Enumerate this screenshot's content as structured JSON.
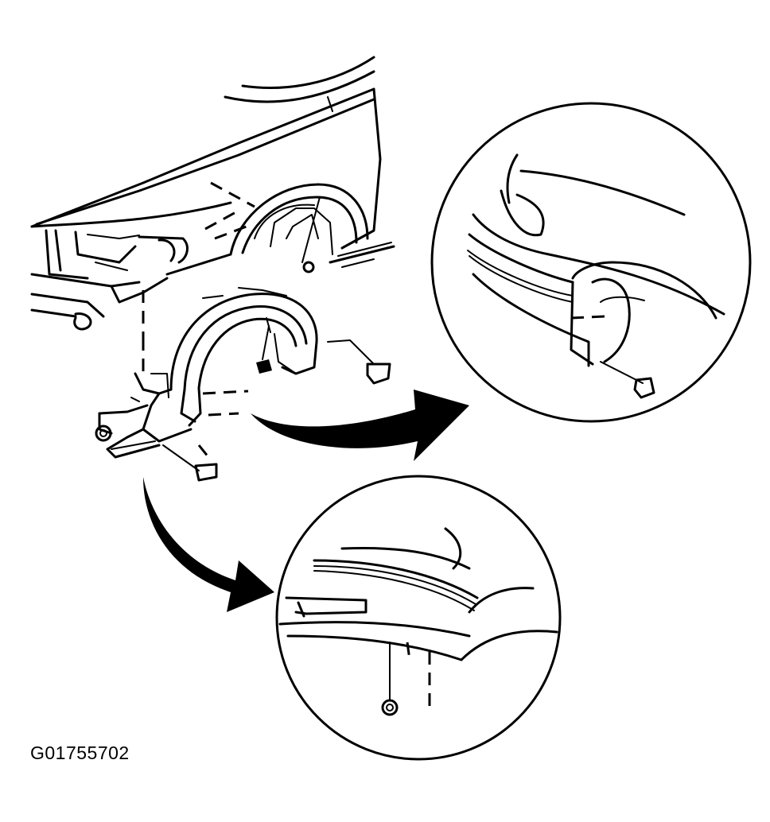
{
  "figure": {
    "id_label": "G01755702"
  },
  "parts": {
    "fender": "fender-panel",
    "liner": "wheelhouse-liner",
    "detail_upper": "detail-view-rear-fastener",
    "detail_lower": "detail-view-lower-fastener"
  }
}
